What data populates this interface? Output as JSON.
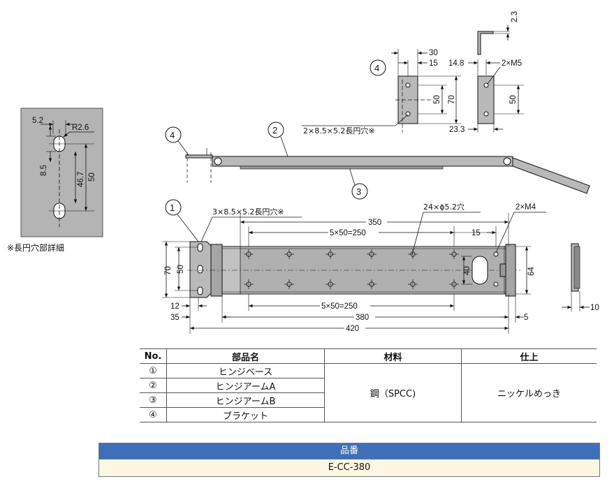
{
  "detail": {
    "d_5_2": "5.2",
    "r_2_6": "R2.6",
    "d_8_5": "8.5",
    "d_46_7": "46.7",
    "d_50": "50",
    "note": "※長円穴部詳細"
  },
  "callouts": {
    "c1": "1",
    "c2": "2",
    "c3": "3",
    "c4a": "4",
    "c4b": "4"
  },
  "bracket_front": {
    "d30": "30",
    "d15": "15",
    "d50": "50",
    "d70": "70",
    "slot": "2×8.5×5.2長円穴※"
  },
  "bracket_side": {
    "d2_3": "2.3",
    "d14_8": "14.8",
    "m5": "2×M5",
    "d50": "50",
    "d23_3": "23.3"
  },
  "plan": {
    "slots": "3×8.5×5.2長円穴※",
    "holes": "24×ϕ5.2穴",
    "m4": "2×M4",
    "d350": "350",
    "pitch_top": "5×50=250",
    "d15": "15",
    "d70": "70",
    "d50": "50",
    "d40": "40",
    "d64": "64",
    "d12": "12",
    "d35": "35",
    "pitch_bottom": "5×50=250",
    "d380": "380",
    "d5": "5",
    "d420": "420",
    "d10": "10"
  },
  "parts_table": {
    "headers": [
      "No.",
      "部品名",
      "材料",
      "仕上"
    ],
    "rows": [
      {
        "no": "①",
        "name": "ヒンジベース"
      },
      {
        "no": "②",
        "name": "ヒンジアームA"
      },
      {
        "no": "③",
        "name": "ヒンジアームB"
      },
      {
        "no": "④",
        "name": "ブラケット"
      }
    ],
    "material": "鋼（SPCC)",
    "finish": "ニッケルめっき"
  },
  "part_number": {
    "header": "品番",
    "value": "E-CC-380"
  },
  "colors": {
    "part_fill": "#b9b9b9",
    "detail_bg": "#b4b4b4",
    "header_blue": "#3f6fb9",
    "row_cream": "#fdf8e4"
  }
}
